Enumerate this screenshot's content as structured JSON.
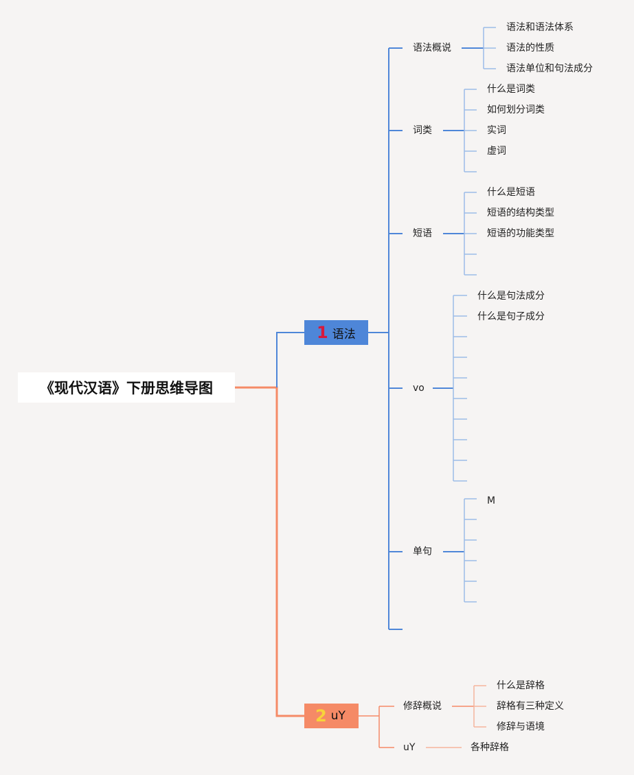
{
  "root": {
    "title": "《现代汉语》下册思维导图"
  },
  "branch1": {
    "number": "1",
    "label": "语法",
    "topics": [
      {
        "label": "语法概说",
        "children": [
          "语法和语法体系",
          "语法的性质",
          "语法单位和句法成分"
        ]
      },
      {
        "label": "词类",
        "children": [
          "什么是词类",
          "如何划分词类",
          "实词",
          "虚词"
        ]
      },
      {
        "label": "短语",
        "children": [
          "什么是短语",
          "短语的结构类型",
          "短语的功能类型"
        ]
      },
      {
        "label": "vo",
        "children": [
          "什么是句法成分",
          "什么是句子成分"
        ]
      },
      {
        "label": "单句",
        "children": [
          "M"
        ]
      }
    ]
  },
  "branch2": {
    "number": "2",
    "label": "uY",
    "topics": [
      {
        "label": "修辞概说",
        "children": [
          "什么是辞格",
          "辞格有三种定义",
          "修辞与语境"
        ]
      },
      {
        "label": "uY",
        "children": [
          "各种辞格"
        ]
      }
    ]
  },
  "colors": {
    "blue": "#4e86d8",
    "blue_light": "#9cbbe8",
    "orange": "#f58a66",
    "orange_light": "#f5b49c",
    "red_number": "#d61a3c",
    "yellow_number": "#f7d33a"
  }
}
